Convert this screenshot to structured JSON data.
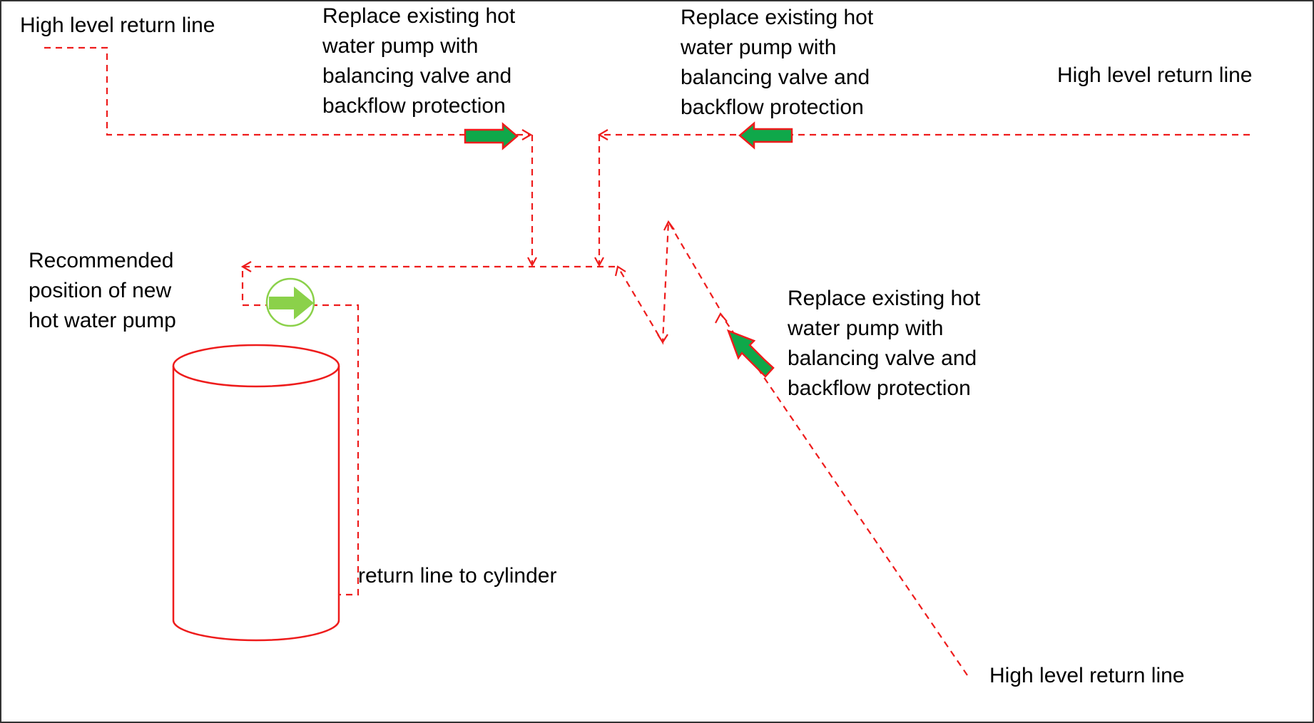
{
  "diagram": {
    "labels": {
      "hl_return_top_left": "High level return line",
      "replace_pump_top_left": "Replace existing hot\nwater pump with\nbalancing valve and\nbackflow protection",
      "replace_pump_top_right": "Replace existing hot\nwater pump with\nbalancing valve and\nbackflow protection",
      "hl_return_top_right": "High level return line",
      "recommended_position": "Recommended\nposition of new\nhot water pump",
      "replace_pump_right": "Replace existing hot\nwater pump with\nbalancing valve and\nbackflow protection",
      "return_line_cylinder": "return line to cylinder",
      "hl_return_bottom": "High level return line"
    },
    "colors": {
      "pipe": "#ee1c1c",
      "existing_pump_arrow": "#0fa84a",
      "new_pump_arrow": "#8bd14a",
      "frame": "#333333"
    },
    "icons": {
      "existing_pump": "right-arrow-icon",
      "new_pump": "circle-arrow-icon",
      "cylinder": "cylinder-icon"
    }
  }
}
